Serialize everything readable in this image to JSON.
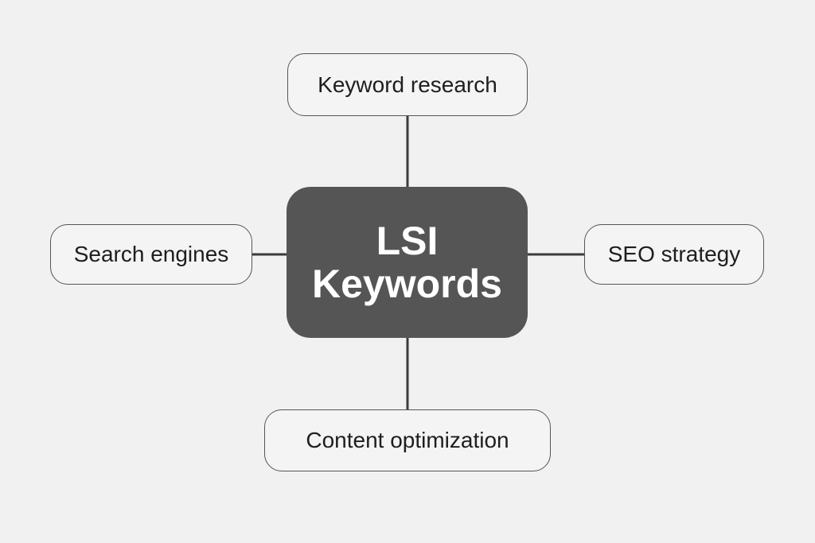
{
  "diagram": {
    "center": {
      "line1": "LSI",
      "line2": "Keywords"
    },
    "nodes": {
      "top": "Keyword research",
      "left": "Search engines",
      "right": "SEO strategy",
      "bottom": "Content optimization"
    },
    "colors": {
      "background": "#f1f1f1",
      "center_fill": "#555555",
      "center_text": "#ffffff",
      "node_border": "#555555",
      "node_text": "#1e1e1e",
      "connector": "#3b3b3b"
    }
  }
}
